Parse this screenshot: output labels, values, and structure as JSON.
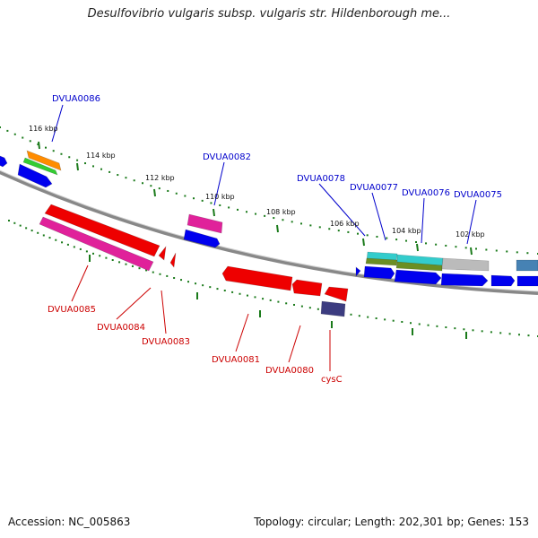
{
  "title": "Desulfovibrio vulgaris subsp. vulgaris str. Hildenborough me...",
  "footer": {
    "accession": "Accession: NC_005863",
    "summary": "Topology: circular; Length: 202,301 bp; Genes: 153"
  },
  "scale_ticks": [
    {
      "label": "116 kbp"
    },
    {
      "label": "114 kbp"
    },
    {
      "label": "112 kbp"
    },
    {
      "label": "110 kbp"
    },
    {
      "label": "108 kbp"
    },
    {
      "label": "106 kbp"
    },
    {
      "label": "104 kbp"
    },
    {
      "label": "102 kbp"
    }
  ],
  "genes_forward": [
    {
      "name": "DVUA0086",
      "color": "#0000cc"
    },
    {
      "name": "DVUA0082",
      "color": "#0000cc"
    },
    {
      "name": "DVUA0078",
      "color": "#0000cc"
    },
    {
      "name": "DVUA0077",
      "color": "#0000cc"
    },
    {
      "name": "DVUA0076",
      "color": "#0000cc"
    },
    {
      "name": "DVUA0075",
      "color": "#0000cc"
    }
  ],
  "genes_reverse": [
    {
      "name": "DVUA0085",
      "color": "#cc0000"
    },
    {
      "name": "DVUA0084",
      "color": "#cc0000"
    },
    {
      "name": "DVUA0083",
      "color": "#cc0000"
    },
    {
      "name": "DVUA0081",
      "color": "#cc0000"
    },
    {
      "name": "DVUA0080",
      "color": "#cc0000"
    },
    {
      "name": "cysC",
      "color": "#cc0000"
    }
  ],
  "colors": {
    "backbone": "#808080",
    "forward_cds": "#0000ee",
    "reverse_cds": "#ee0000",
    "tick": "#1a7a1a",
    "magenta": "#e0219a",
    "cyan": "#33cccc",
    "olive": "#6b8e23",
    "grey": "#bbbbbb",
    "steel": "#4682b4",
    "orange": "#ff8c00",
    "green": "#33cc33",
    "slate": "#3c3c80"
  }
}
